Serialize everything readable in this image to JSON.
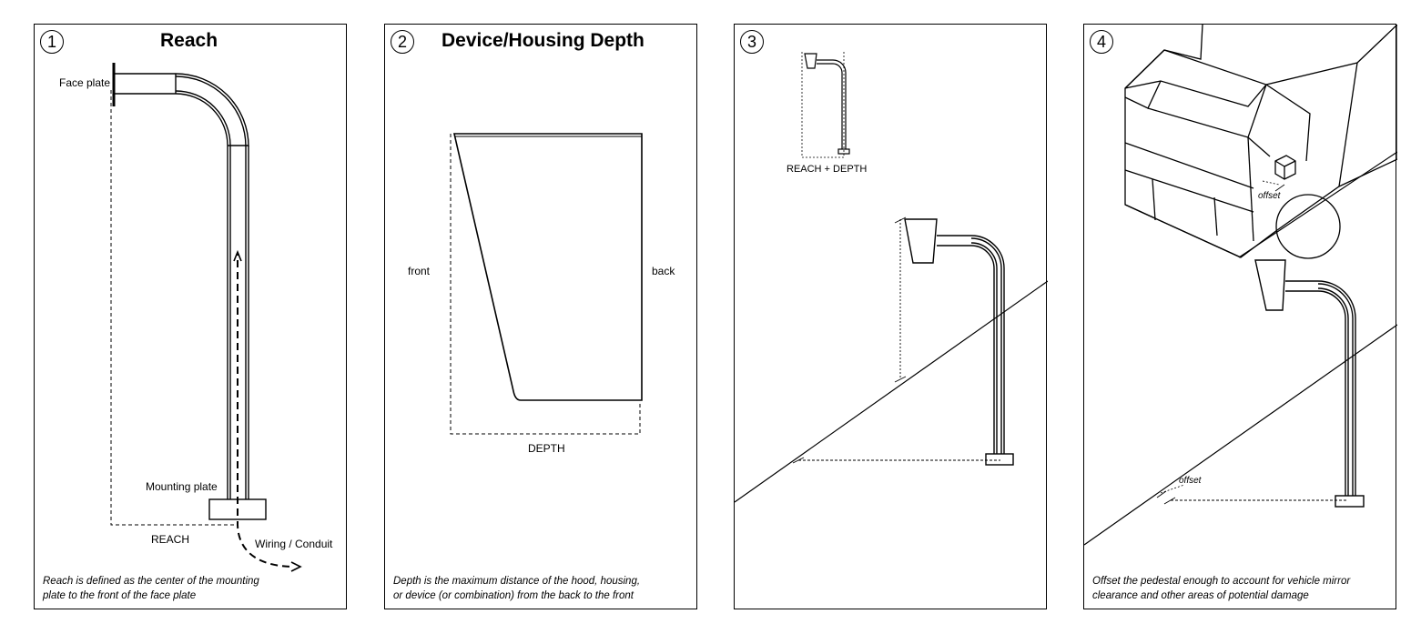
{
  "panels": [
    {
      "number": "1",
      "title": "Reach",
      "labels": {
        "face_plate": "Face plate",
        "mounting_plate": "Mounting plate",
        "reach": "REACH",
        "wiring": "Wiring / Conduit"
      },
      "caption_line1": "Reach is defined as the center of the mounting",
      "caption_line2": "plate to the front of the face plate"
    },
    {
      "number": "2",
      "title": "Device/Housing Depth",
      "labels": {
        "front": "front",
        "back": "back",
        "depth": "DEPTH"
      },
      "caption_line1": "Depth is the maximum distance of the hood, housing,",
      "caption_line2": "or device (or combination) from the back to the front"
    },
    {
      "number": "3",
      "labels": {
        "reach_depth": "REACH + DEPTH"
      }
    },
    {
      "number": "4",
      "labels": {
        "offset_top": "offset",
        "offset_bottom": "offset"
      },
      "caption_line1": "Offset the pedestal enough to account for vehicle mirror",
      "caption_line2": "clearance and other areas of potential damage"
    }
  ]
}
